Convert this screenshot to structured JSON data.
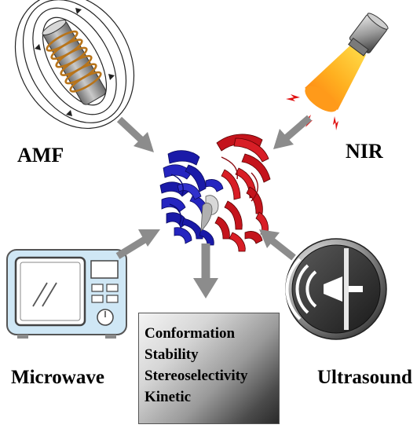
{
  "stimuli": {
    "amf": "AMF",
    "nir": "NIR",
    "microwave": "Microwave",
    "ultrasound": "Ultrasound"
  },
  "effects": [
    "Conformation",
    "Stability",
    "Stereoselectivity",
    "Kinetic"
  ],
  "colors": {
    "protein_chain_a": "#1a1aa8",
    "protein_chain_b": "#c4141c",
    "arrow": "#8c8c8c",
    "coil_copper": "#b8741a",
    "nir_beam": "#f5a623",
    "microwave_body": "#cfe7f5"
  },
  "icons": {
    "amf": "electromagnet-coil-icon",
    "nir": "laser-beam-icon",
    "microwave": "microwave-oven-icon",
    "ultrasound": "ultrasound-wave-icon",
    "protein": "protein-ribbon-structure"
  }
}
